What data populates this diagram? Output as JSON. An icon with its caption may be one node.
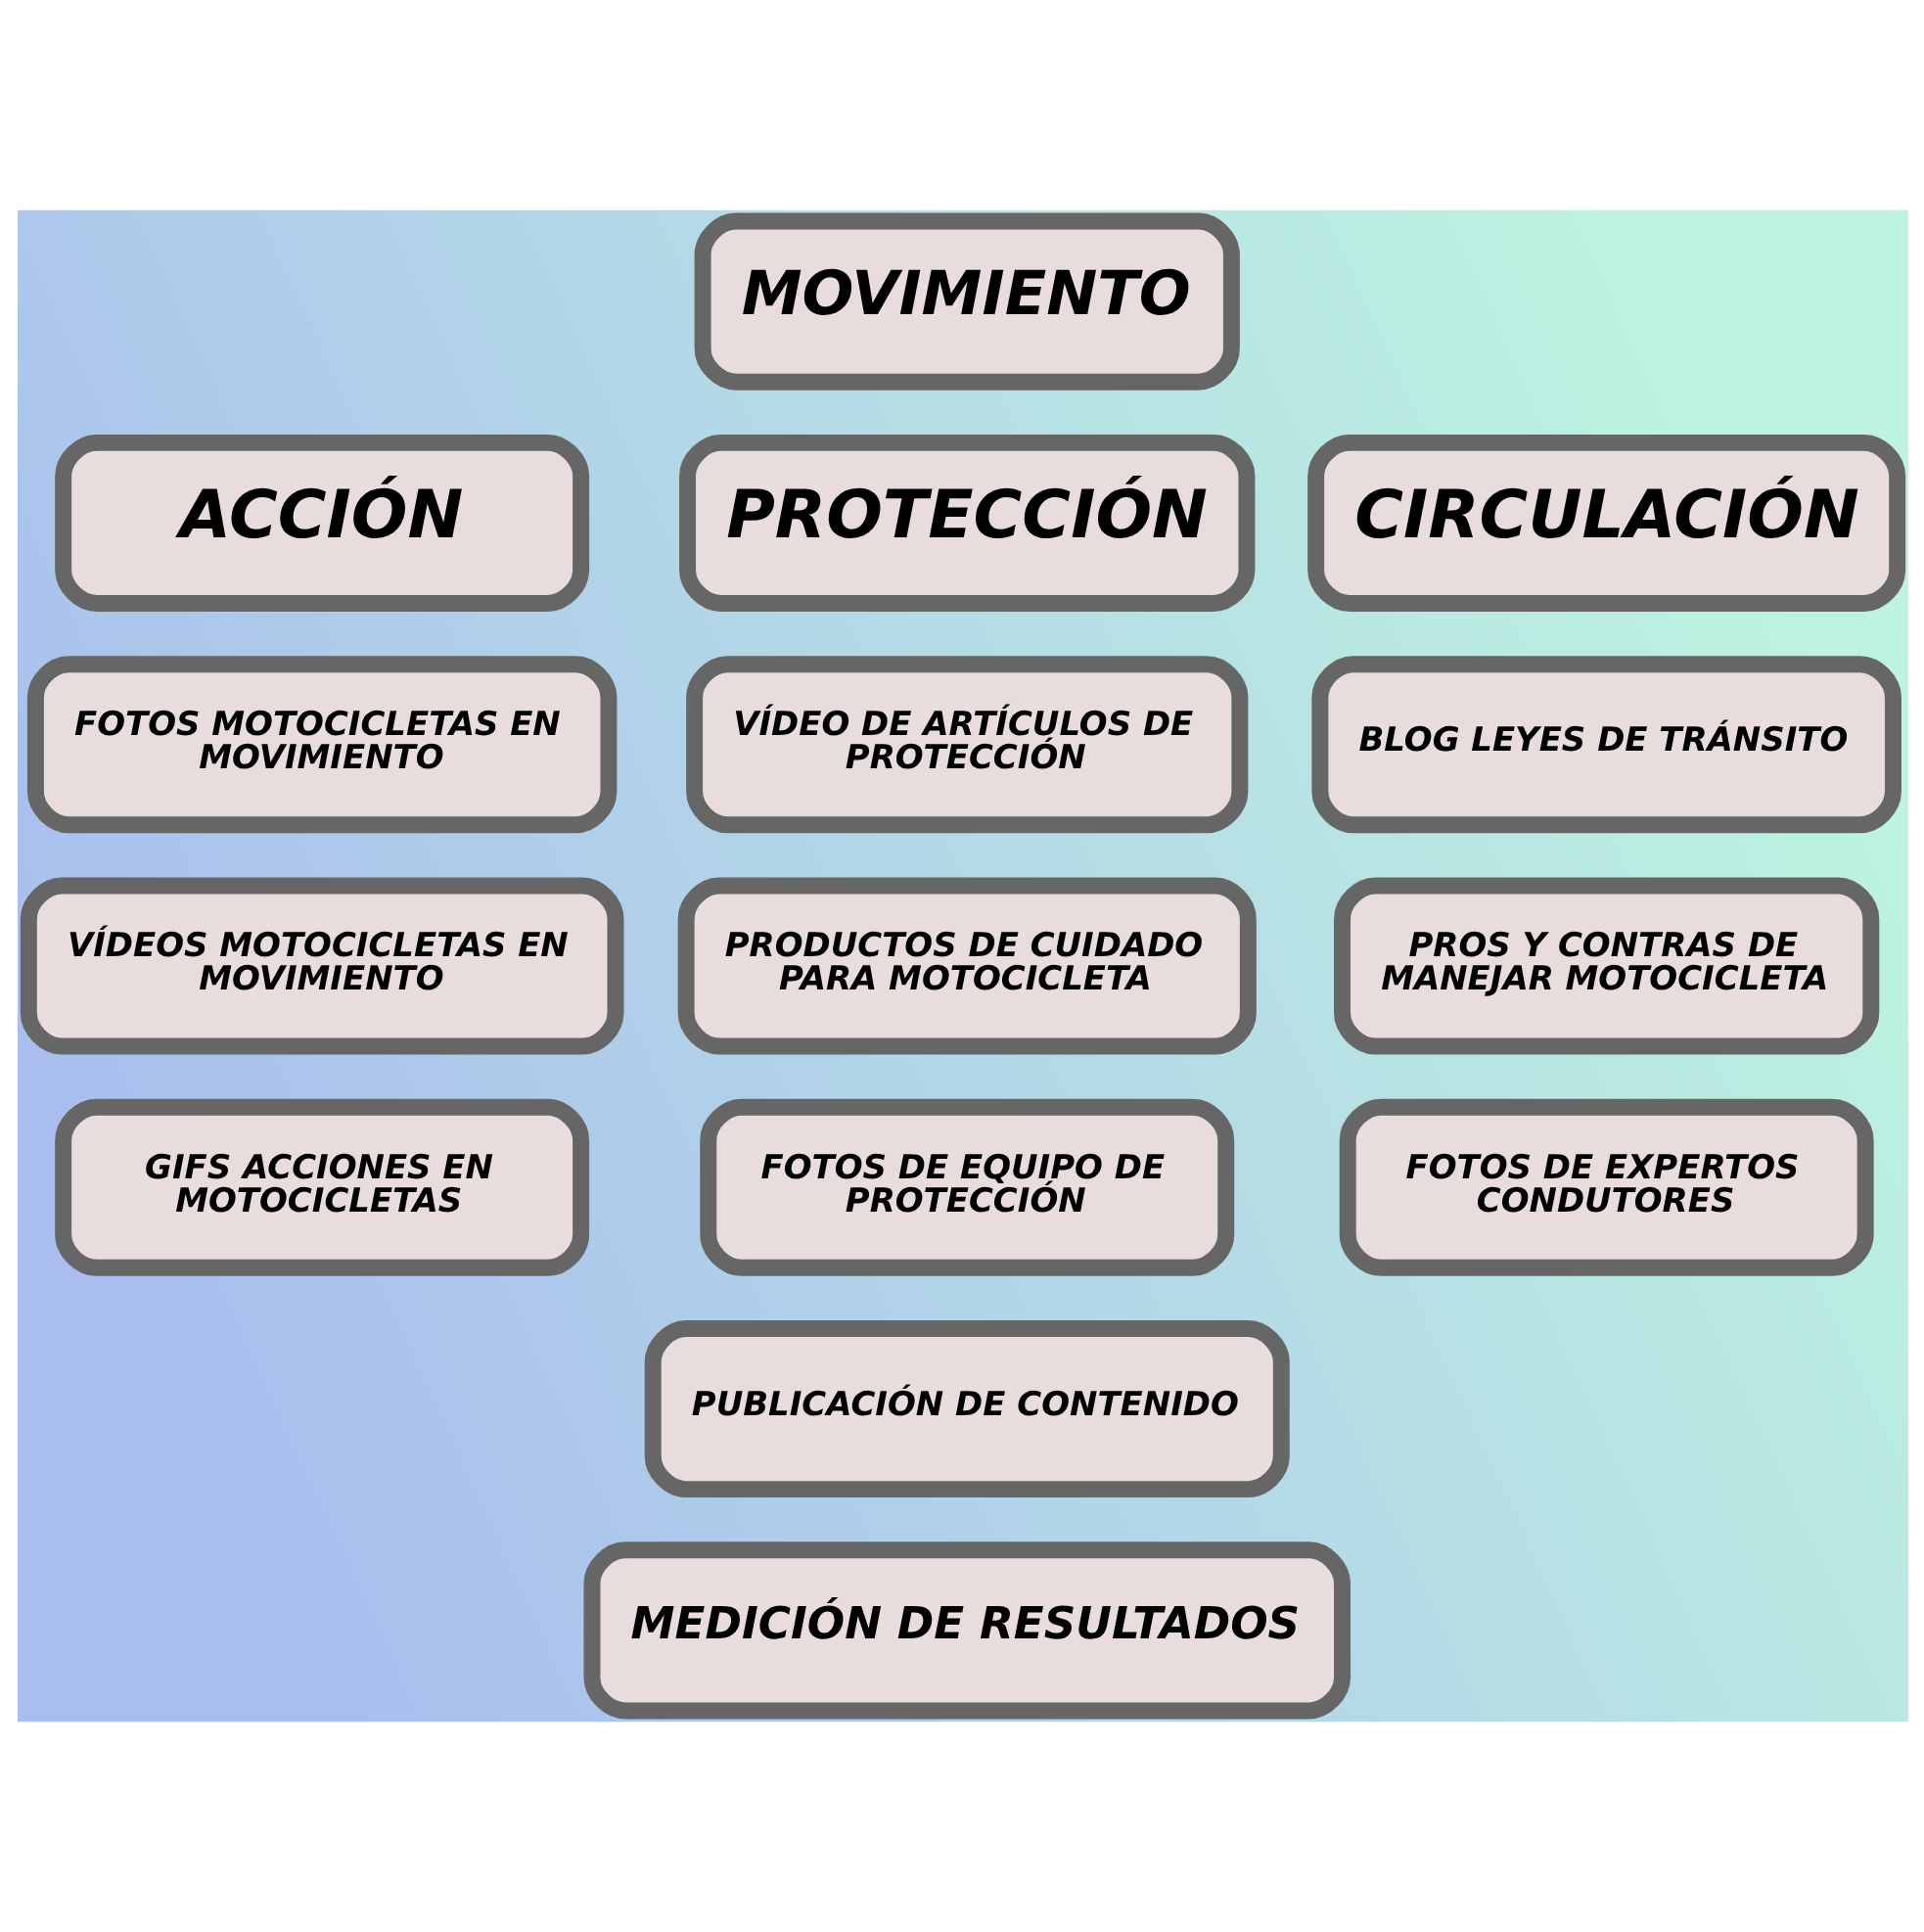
{
  "diagram": {
    "nodes": [
      {
        "text": [
          "MOVIMIENTO"
        ]
      },
      {
        "text": [
          "ACCIÓN"
        ]
      },
      {
        "text": [
          "PROTECCIÓN"
        ]
      },
      {
        "text": [
          "CIRCULACIÓN"
        ]
      },
      {
        "text": [
          "FOTOS MOTOCICLETAS EN MOVIMIENTO"
        ]
      },
      {
        "text": [
          "VÍDEO DE ARTÍCULOS DE PROTECCIÓN"
        ]
      },
      {
        "text": [
          "BLOG LEYES DE TRÁNSITO"
        ]
      },
      {
        "text": [
          "VÍDEOS MOTOCICLETAS EN MOVIMIENTO"
        ]
      },
      {
        "text": [
          "PRODUCTOS DE CUIDADO PARA MOTOCICLETA"
        ]
      },
      {
        "text": [
          "PROS Y CONTRAS DE MANEJAR MOTOCICLETA"
        ]
      },
      {
        "text": [
          "GIFS ACCIONES EN MOTOCICLETAS"
        ]
      },
      {
        "text": [
          "FOTOS DE EQUIPO DE PROTECCIÓN"
        ]
      },
      {
        "text": [
          "FOTOS DE EXPERTOS CONDUTORES"
        ]
      },
      {
        "text": [
          "PUBLICACIÓN DE CONTENIDO"
        ]
      },
      {
        "text": [
          "MEDICIÓN DE RESULTADOS"
        ]
      }
    ],
    "edges": []
  }
}
